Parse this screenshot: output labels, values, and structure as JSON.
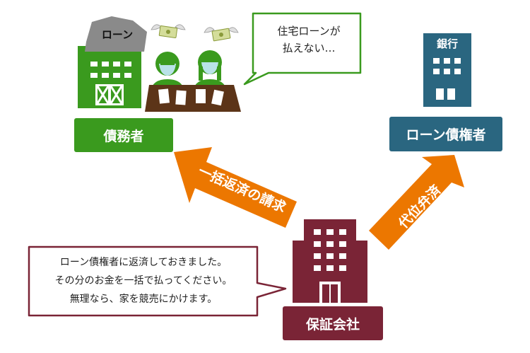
{
  "debtor": {
    "label": "債務者",
    "rock_label": "ローン",
    "speech": [
      "住宅ローンが",
      "払えない…"
    ]
  },
  "bank": {
    "building_label": "銀行",
    "label": "ローン債権者"
  },
  "guarantor": {
    "label": "保証会社",
    "speech": [
      "ローン債権者に返済しておきました。",
      "その分のお金を一括で払ってください。",
      "無理なら、家を競売にかけます。"
    ]
  },
  "arrows": {
    "left_label": "一括返済の請求",
    "right_label": "代位弁済"
  },
  "colors": {
    "green": "#3a9a1e",
    "teal": "#2a6680",
    "maroon": "#7a2436",
    "orange": "#ec7700",
    "skin": "#b9e2e8",
    "table": "#5c3418"
  }
}
